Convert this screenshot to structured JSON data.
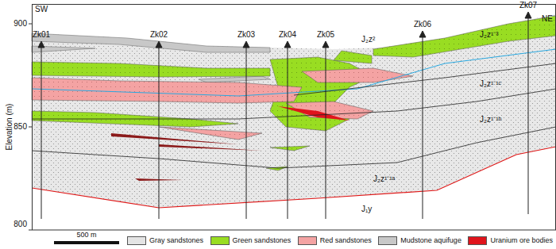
{
  "diagram": {
    "labels": [
      "SW",
      "NE",
      "Zk01",
      "Zk02",
      "Zk03",
      "Zk04",
      "Zk05",
      "Zk06",
      "Zk07",
      "900",
      "850",
      "800",
      "Elevation (m)",
      "J₂z²",
      "J₂z¹⁻³",
      "J₂z¹⁻¹ᶜ",
      "J₂z¹⁻¹ᵇ",
      "J₂z¹⁻¹ᵃ",
      "J₁y",
      "500 m"
    ],
    "legend": [
      {
        "text": "Gray sandstones",
        "color": "#e4e4e4"
      },
      {
        "text": "Green sandstones",
        "color": "#99dd22"
      },
      {
        "text": "Red sandstones",
        "color": "#f4a3a3"
      },
      {
        "text": "Mudstone aquifuge",
        "color": "#c8c8c8"
      },
      {
        "text": "Uranium ore bodies",
        "color": "#e0141c"
      }
    ]
  }
}
